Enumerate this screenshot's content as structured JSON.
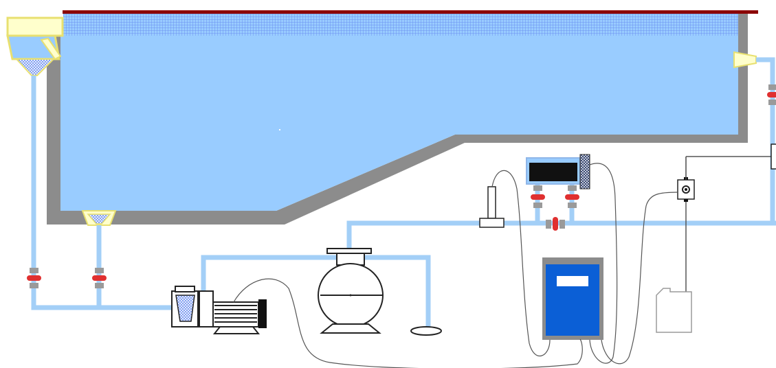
{
  "diagram": {
    "colors": {
      "water": "#99ccff",
      "pipe": "#a3cff7",
      "wall": "#8c8c8c",
      "rim": "#8b0000",
      "tile": "#6c8ff0",
      "skimmer": "#ffffcc",
      "skimmer_outline": "#e8e070",
      "valve": "#e03030",
      "fitting": "#9a9a9a",
      "control_box": "#0b5fd6",
      "control_frame": "#8c8c8c",
      "cable": "#555555",
      "dark": "#111111"
    },
    "components": [
      {
        "id": "pool-basin",
        "icon": "pool-basin"
      },
      {
        "id": "waterline-tiles",
        "icon": "tile-band"
      },
      {
        "id": "skimmer",
        "icon": "skimmer-icon"
      },
      {
        "id": "main-drain",
        "icon": "drain-icon"
      },
      {
        "id": "return-inlet",
        "icon": "inlet-icon"
      },
      {
        "id": "pump",
        "icon": "pump-icon"
      },
      {
        "id": "sand-filter",
        "icon": "filter-icon"
      },
      {
        "id": "electrolysis-cell",
        "icon": "cell-icon"
      },
      {
        "id": "sensor-probe",
        "icon": "probe-icon"
      },
      {
        "id": "control-unit",
        "icon": "control-unit-icon"
      },
      {
        "id": "dosing-injector",
        "icon": "injector-icon"
      },
      {
        "id": "chemical-tank",
        "icon": "tank-icon"
      }
    ]
  }
}
